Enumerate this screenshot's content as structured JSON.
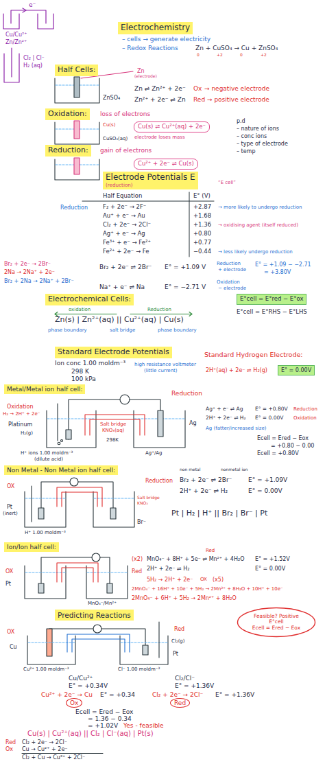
{
  "diagram": {
    "nodes": [
      {
        "text": [
          "Electrochemistry"
        ]
      },
      {
        "text": [
          "Half Cells:"
        ]
      },
      {
        "text": [
          "Oxidation:"
        ]
      },
      {
        "text": [
          "Reduction:"
        ]
      },
      {
        "text": [
          "Cu(s) ⇌ Cu²⁺(aq) + 2e⁻"
        ]
      },
      {
        "text": [
          "Cu²⁺ + 2e⁻ ⇌ Cu(s)"
        ]
      },
      {
        "text": [
          "Electrode Potentials E",
          "(reduction)"
        ]
      },
      {
        "text": [
          "Electrochemical Cells:"
        ]
      },
      {
        "text": [
          "E°cell = E°red − E°ox"
        ]
      },
      {
        "text": [
          "Standard Electrode Potentials"
        ]
      },
      {
        "text": [
          "E° = 0.00V"
        ]
      },
      {
        "text": [
          "Metal/Metal ion half cell:"
        ]
      },
      {
        "text": [
          "Non Metal - Non Metal ion half cell:"
        ]
      },
      {
        "text": [
          "Ion/Ion half cell:"
        ]
      },
      {
        "text": [
          "Predicting Reactions"
        ]
      },
      {
        "text": [
          "Feasible? Positive E°cell",
          "Ecell = Ered − Eox"
        ]
      },
      {
        "text": [
          "Ox"
        ]
      },
      {
        "text": [
          "Red"
        ]
      }
    ],
    "labels": [
      "e⁻",
      "Cu/Cu²⁺",
      "Zn/Zn²⁺",
      "Cl₂ | Cl⁻",
      "H₂ (aq)",
      "– cells → generate electricity",
      "– Redox Reactions",
      "Zn + CuSO₄ → Cu + ZnSO₄",
      "0",
      "+2",
      "0",
      "+2",
      "Zn",
      "(electrode)",
      "Zn ⇌ Zn²⁺ + 2e⁻",
      "Ox",
      "→ negative electrode",
      "ZnSO₄",
      "Zn²⁺ + 2e⁻ ⇌ Zn",
      "Red",
      "→ positive electrode",
      "loss of electrons",
      "Cu(s)",
      "CuSO₄(aq)",
      "electrode loses mass",
      "p.d",
      "– nature of ions",
      "– conc ions",
      "– type of electrode",
      "– temp",
      "gain of electrons",
      "“E cell”",
      "Half Equation",
      "E° (V)",
      "Reduction",
      "F₂ + 2e⁻ → 2F⁻",
      "+2.87",
      "→ more likely to undergo reduction",
      "Au⁺ + e⁻ → Au",
      "+1.68",
      "Cl₂ + 2e⁻ → 2Cl⁻",
      "+1.36",
      "→ oxidising agent (itself reduced)",
      "Ag⁺ + e⁻ → Ag",
      "+0.80",
      "Fe³⁺ + e⁻ → Fe²⁺",
      "+0.77",
      "Fe²⁺ + 2e⁻ → Fe",
      "−0.44",
      "→ less likely undergo reduction",
      "Br₂ + 2e⁻ → 2Br⁻",
      "2Na → 2Na⁺ + 2e⁻",
      "Br₂ + 2Na → 2Na⁺ + 2Br⁻",
      "Br₂ + 2e⁻ ⇌ 2Br⁻",
      "E° = +1.09 V",
      "Na⁺ + e⁻ ⇌ Na",
      "E° = −2.71 V",
      "Reduction",
      "+ electrode",
      "E° = +1.09 − −2.71",
      "= +3.80V",
      "Oxidation",
      "− electrode",
      "oxidation",
      "Reduction",
      "Zn(s) | Zn²⁺(aq) || Cu²⁺(aq) | Cu(s)",
      "E°cell = E°RHS − E°LHS",
      "phase boundary",
      "salt bridge",
      "phase boundary",
      "Ion conc 1.00 moldm⁻³",
      "298 K",
      "100 kPa",
      "Standard Hydrogen Electrode:",
      "2H⁺(aq) + 2e⁻ ⇌ H₂(g)",
      "high resistance voltmeter",
      "(little current)",
      "Oxidation",
      "H₂ → 2H⁺ + 2e⁻",
      "Reduction",
      "Salt bridge",
      "KNO₃(aq)",
      "Platinum",
      "H₂(g)",
      "298K",
      "H⁺ ions 1.00 moldm⁻³",
      "(dilute acid)",
      "Ag",
      "Ag⁺/Ag",
      "Ag⁺ + e⁻ ⇌ Ag",
      "E° = +0.80V",
      "Reduction",
      "2H⁺ + 2e⁻ ⇌ H₂",
      "E° = 0.00V",
      "Oxidation",
      "Ag (fatter/increased size)",
      "Ecell = Ered − Eox",
      "= +0.80 − 0.00",
      "Ecell = +0.80V",
      "non metal",
      "nonmetal ion",
      "Reduction",
      "Br₂ + 2e⁻ ⇌ 2Br⁻",
      "E° = +1.09V",
      "2H⁺ + 2e⁻ ⇌ H₂",
      "E° = 0.00V",
      "Pt | H₂ | H⁺ || Br₂ | Br⁻ | Pt",
      "OX",
      "Salt bridge",
      "KNO₃",
      "Pt",
      "(inert)",
      "H⁺ 1.00 moldm⁻³",
      "Br⁻",
      "Red",
      "(x2)",
      "MnO₄⁻ + 8H⁺ + 5e⁻ ⇌ Mn²⁺ + 4H₂O",
      "E° = +1.52V",
      "2H⁺ + 2e⁻ ⇌ H₂",
      "E° = 0.00V",
      "5H₂ → 2H⁺ + 2e⁻",
      "OX",
      "(x5)",
      "2MnO₄⁻ + 16H⁺ + 10e⁻ + 5H₂ → 2Mn²⁺ + 8H₂O + 10H⁺ + 10e⁻",
      "2MnO₄⁻ + 6H⁺ + 5H₂ → 2Mn²⁺ + 8H₂O",
      "Red",
      "OX",
      "Pt",
      "MnO₄⁻/Mn²⁺",
      "OX",
      "Red",
      "Cu",
      "Cu²⁺ 1.00 moldm⁻³",
      "Cl⁻ 1.00 moldm⁻³",
      "Cl₂(g)",
      "Pt",
      "Cu/Cu²⁺",
      "E° = +0.34V",
      "Cl₂/Cl⁻",
      "E° = +1.36V",
      "Cu²⁺ + 2e⁻ → Cu",
      "E° = +0.34",
      "Cl₂ + 2e⁻ → 2Cl⁻",
      "E° = +1.36V",
      "Ecell = Ered − Eox",
      "= 1.36 − 0.34",
      "= +1.02V",
      "Yes - feasible",
      "Cu(s) | Cu²⁺(aq) || Cl₂ | Cl⁻(aq) | Pt(s)",
      "Red",
      "Cl₂ + 2e⁻ → 2Cl⁻",
      "Ox",
      "Cu → Cu²⁺ + 2e⁻",
      "Cl₂ + Cu → Cu²⁺ + 2Cl⁻"
    ]
  }
}
